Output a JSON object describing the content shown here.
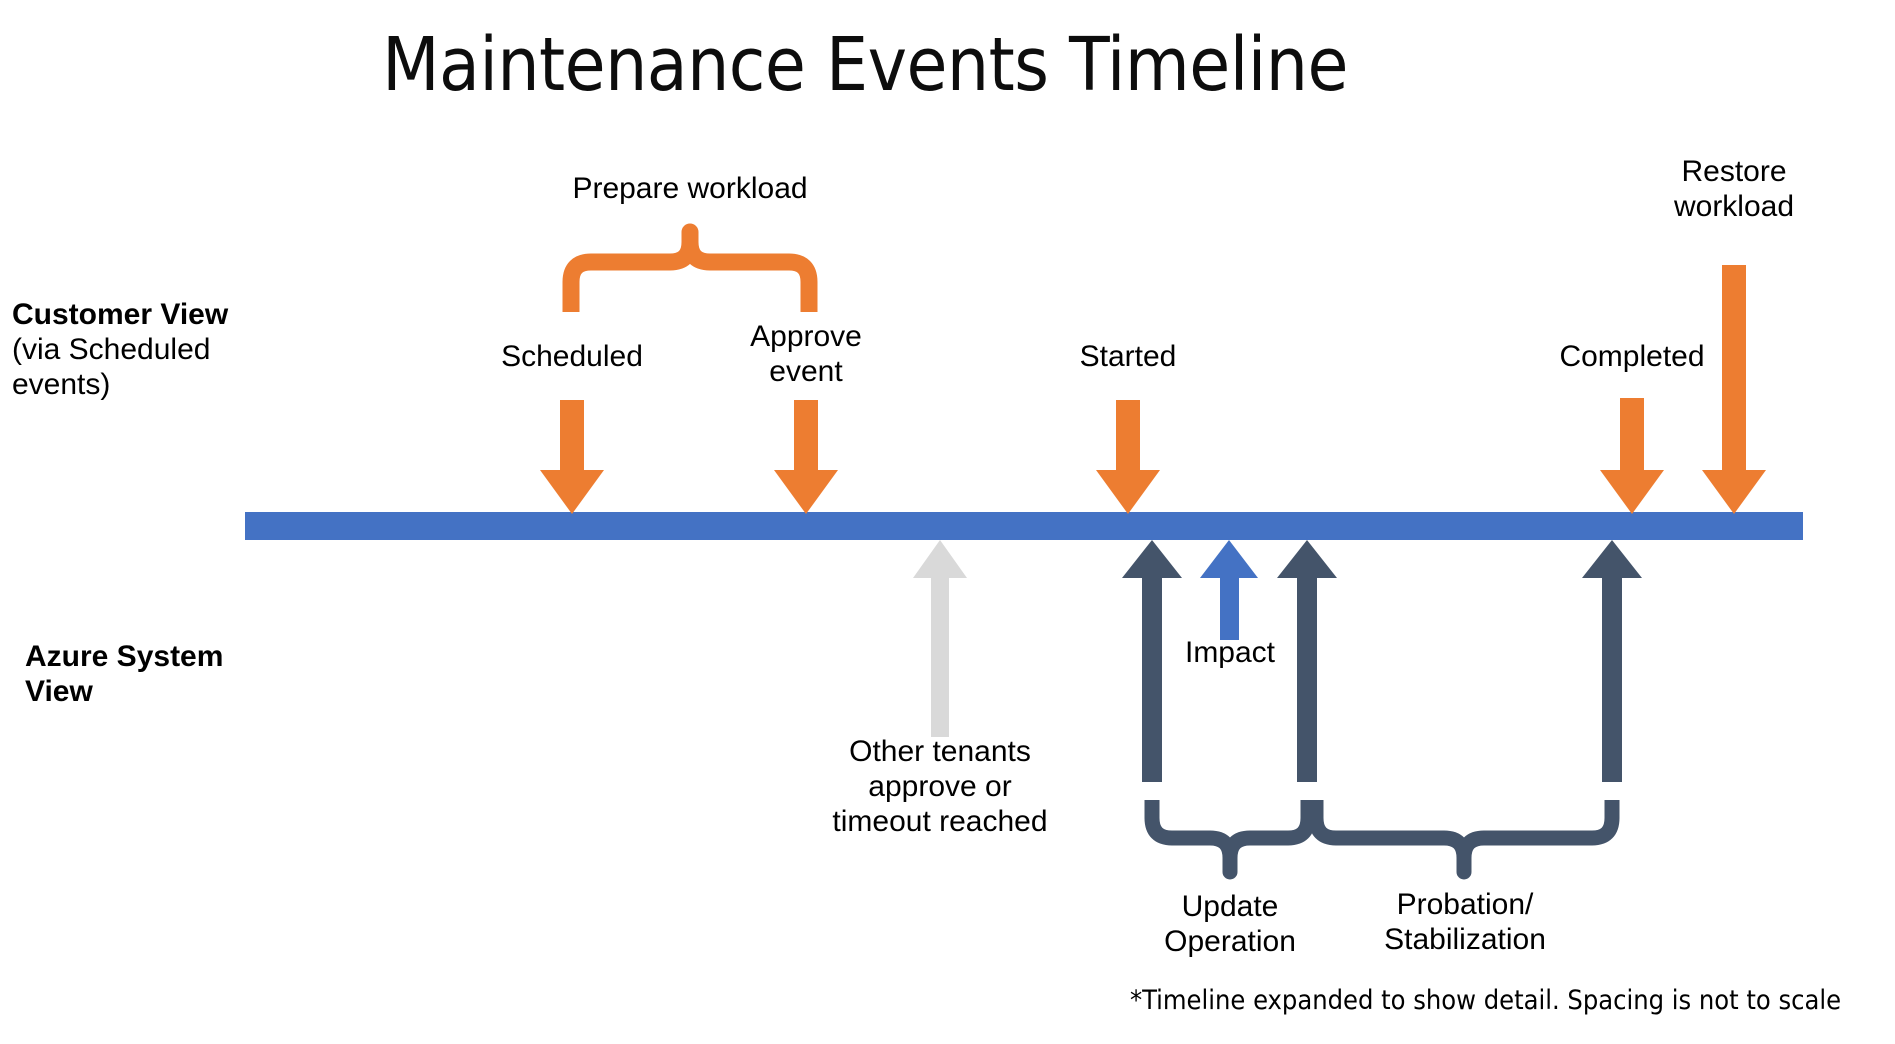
{
  "title": "Maintenance Events Timeline",
  "colors": {
    "orange": "#ED7D31",
    "timeline_blue": "#4472C4",
    "impact_blue": "#4472C4",
    "navy": "#44546A",
    "gray": "#D9D9D9",
    "text": "#000000",
    "background": "#FFFFFF"
  },
  "side_labels": {
    "customer": {
      "line1": "Customer View",
      "line2": "(via Scheduled",
      "line3": "events)"
    },
    "azure": {
      "line1": "Azure System",
      "line2": "View"
    }
  },
  "customer_view": {
    "brace_label": "Prepare workload",
    "events": [
      {
        "id": "scheduled",
        "label": "Scheduled"
      },
      {
        "id": "approve-event",
        "label_line1": "Approve",
        "label_line2": "event"
      },
      {
        "id": "started",
        "label": "Started"
      },
      {
        "id": "completed",
        "label": "Completed"
      },
      {
        "id": "restore-workload",
        "label_line1": "Restore",
        "label_line2": "workload"
      }
    ]
  },
  "azure_view": {
    "other_tenants": {
      "line1": "Other tenants",
      "line2": "approve or",
      "line3": "timeout reached"
    },
    "impact_label": "Impact",
    "braces": [
      {
        "id": "update-operation",
        "line1": "Update",
        "line2": "Operation"
      },
      {
        "id": "probation-stabilization",
        "line1": "Probation/",
        "line2": "Stabilization"
      }
    ]
  },
  "footnote": "*Timeline expanded to show detail. Spacing is not to scale"
}
